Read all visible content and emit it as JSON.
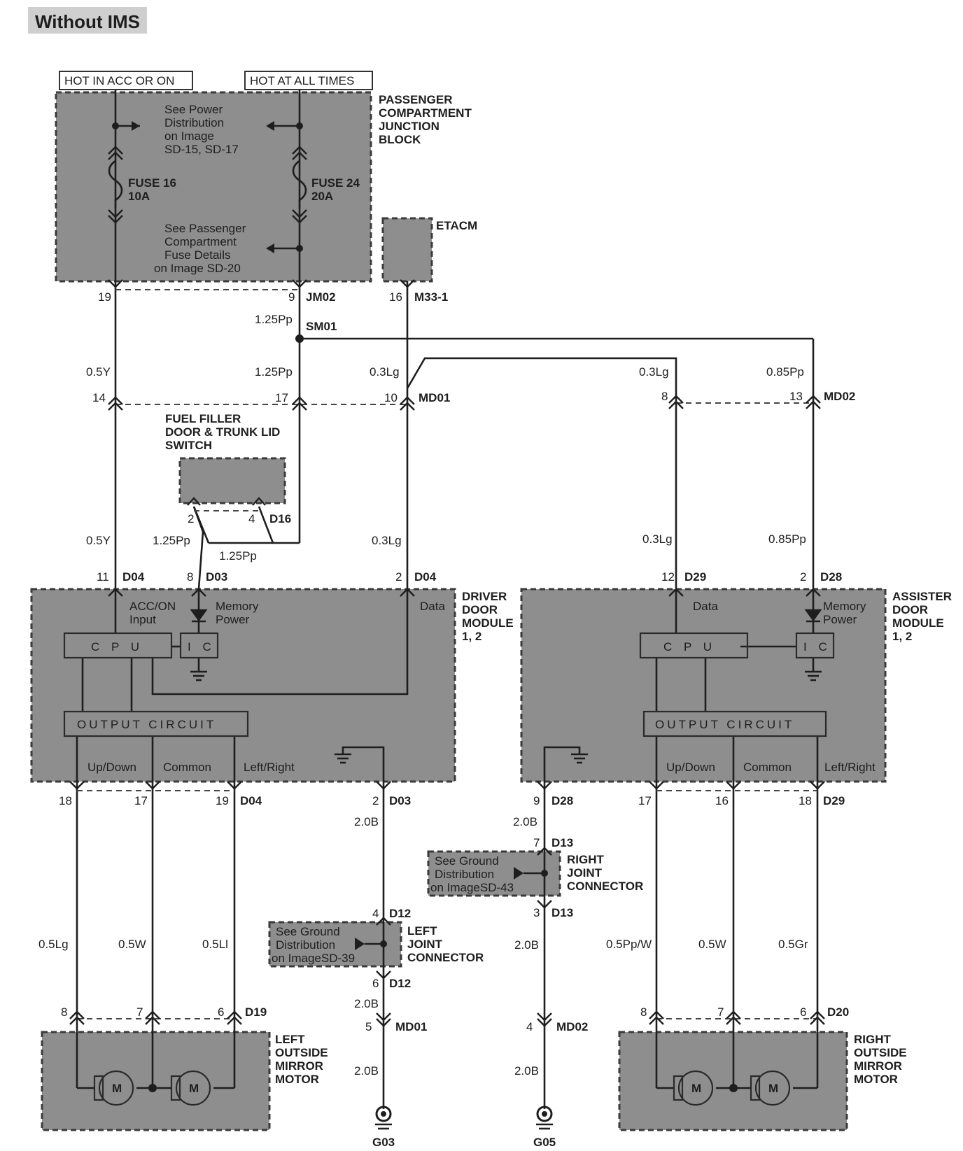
{
  "title": "Without IMS",
  "source_tags": {
    "hot_acc_on": "HOT IN ACC OR ON",
    "hot_all_times": "HOT AT ALL TIMES"
  },
  "passenger_junction_block": {
    "name": [
      "PASSENGER",
      "COMPARTMENT",
      "JUNCTION",
      "BLOCK"
    ],
    "see_power": [
      "See Power",
      "Distribution",
      "on Image",
      "SD-15, SD-17"
    ],
    "see_fuse": [
      "See Passenger",
      "Compartment",
      "Fuse Details",
      "on Image SD-20"
    ],
    "fuse16": [
      "FUSE 16",
      "10A"
    ],
    "fuse24": [
      "FUSE 24",
      "20A"
    ],
    "pin_left": "19",
    "pin_right": "9",
    "connector": "JM02"
  },
  "etacm": {
    "name": "ETACM",
    "pin": "16",
    "connector": "M33-1"
  },
  "splice": {
    "name": "SM01",
    "wire_in": "1.25Pp"
  },
  "md01_row": {
    "wires": [
      "0.5Y",
      "1.25Pp",
      "0.3Lg"
    ],
    "pins": [
      "14",
      "17",
      "10"
    ],
    "connector": "MD01"
  },
  "md02_row": {
    "wires": [
      "0.3Lg",
      "0.85Pp"
    ],
    "pins": [
      "8",
      "13"
    ],
    "connector": "MD02"
  },
  "fuel_switch": {
    "name": [
      "FUEL FILLER",
      "DOOR & TRUNK LID",
      "SWITCH"
    ],
    "pin_left": "2",
    "pin_right": "4",
    "connector": "D16",
    "wire_left": "1.25Pp",
    "wire_bottom": "1.25Pp"
  },
  "driver_inputs": {
    "wires": [
      "0.5Y",
      "0.3Lg"
    ],
    "pins": [
      "11",
      "8",
      "2"
    ],
    "connectors": [
      "D04",
      "D03",
      "D04"
    ]
  },
  "driver_module": {
    "name": [
      "DRIVER",
      "DOOR",
      "MODULE",
      "1, 2"
    ],
    "acc_label": [
      "ACC/ON",
      "Input"
    ],
    "mem_label": [
      "Memory",
      "Power"
    ],
    "data_label": "Data",
    "cpu": "C P U",
    "ic": "I C",
    "output": "OUTPUT CIRCUIT",
    "out_labels": [
      "Up/Down",
      "Common",
      "Left/Right"
    ]
  },
  "driver_outputs": {
    "pins": [
      "18",
      "17",
      "19",
      "2"
    ],
    "connectors": [
      "D04",
      "D03"
    ],
    "ground_wire": "2.0B"
  },
  "assister_inputs": {
    "wires": [
      "0.3Lg",
      "0.85Pp"
    ],
    "pins": [
      "12",
      "2"
    ],
    "connectors": [
      "D29",
      "D28"
    ]
  },
  "assister_module": {
    "name": [
      "ASSISTER",
      "DOOR",
      "MODULE",
      "1, 2"
    ],
    "data_label": "Data",
    "mem_label": [
      "Memory",
      "Power"
    ],
    "cpu": "C P U",
    "ic": "I C",
    "output": "OUTPUT CIRCUIT",
    "out_labels": [
      "Up/Down",
      "Common",
      "Left/Right"
    ]
  },
  "assister_outputs": {
    "pins": [
      "9",
      "17",
      "16",
      "18"
    ],
    "connectors": [
      "D28",
      "D29"
    ],
    "ground_wire": "2.0B"
  },
  "right_joint": {
    "name": [
      "RIGHT",
      "JOINT",
      "CONNECTOR"
    ],
    "see": [
      "See Ground",
      "Distribution",
      "on ImageSD-43"
    ],
    "pin_top": "7",
    "pin_bottom": "3",
    "connector": "D13",
    "wire_below": "2.0B",
    "pin_md02": "4",
    "connector_md02": "MD02",
    "wire_ground": "2.0B",
    "ground": "G05"
  },
  "left_joint": {
    "name": [
      "LEFT",
      "JOINT",
      "CONNECTOR"
    ],
    "see": [
      "See Ground",
      "Distribution",
      "on ImageSD-39"
    ],
    "pin_top": "4",
    "pin_bottom": "6",
    "connector": "D12",
    "wire_below": "2.0B",
    "pin_md01": "5",
    "connector_md01": "MD01",
    "wire_ground": "2.0B",
    "ground": "G03"
  },
  "left_mirror": {
    "wires": [
      "0.5Lg",
      "0.5W",
      "0.5Ll"
    ],
    "pins": [
      "8",
      "7",
      "6"
    ],
    "connector": "D19",
    "name": [
      "LEFT",
      "OUTSIDE",
      "MIRROR",
      "MOTOR"
    ],
    "motor": "M"
  },
  "right_mirror": {
    "wires": [
      "0.5Pp/W",
      "0.5W",
      "0.5Gr"
    ],
    "pins": [
      "8",
      "7",
      "6"
    ],
    "connector": "D20",
    "name": [
      "RIGHT",
      "OUTSIDE",
      "MIRROR",
      "MOTOR"
    ],
    "motor": "M"
  },
  "colors": {
    "fill": "#8e8e8e",
    "line": "#1e1e1e",
    "title_bg": "#cfcfcf"
  }
}
